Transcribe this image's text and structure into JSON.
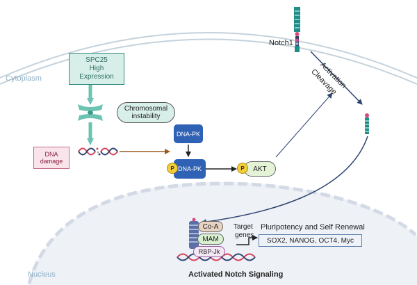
{
  "regions": {
    "cytoplasm": "Cytoplasm",
    "nucleus": "Nucleus"
  },
  "spc25": {
    "line1": "SPC25",
    "line2": "High",
    "line3": "Expression"
  },
  "chromosomal": {
    "line1": "Chromosomal",
    "line2": "instability"
  },
  "dna_damage": {
    "line1": "DNA",
    "line2": "damage"
  },
  "dnapk": {
    "top": "DNA-PK",
    "bottom": "DNA-PK",
    "phospho": "P"
  },
  "akt": {
    "label": "AKT",
    "phospho": "P"
  },
  "notch1": {
    "label": "Notch1"
  },
  "activation": {
    "line1": "Activation",
    "line2": "Cleavage"
  },
  "complex": {
    "coa": "Co-A",
    "mam": "MAM",
    "rbp": "RBP-Jk"
  },
  "target": {
    "line1": "Target",
    "line2": "genes"
  },
  "pluripotency": {
    "title": "Pluripotency and Self Renewal",
    "genes": "SOX2, NANOG, OCT4, Myc"
  },
  "footer": {
    "title": "Activated Notch Signaling"
  },
  "colors": {
    "teal_box": "#d8efe9",
    "teal_border": "#2e8a7a",
    "dnapk_blue": "#2f62b5",
    "akt_green": "#e4f3d6",
    "phospho_yellow": "#f4cf3a",
    "arrow_navy": "#2e4372",
    "arrow_brown": "#9a5a1e",
    "damage_pink": "#f8e4ea"
  }
}
